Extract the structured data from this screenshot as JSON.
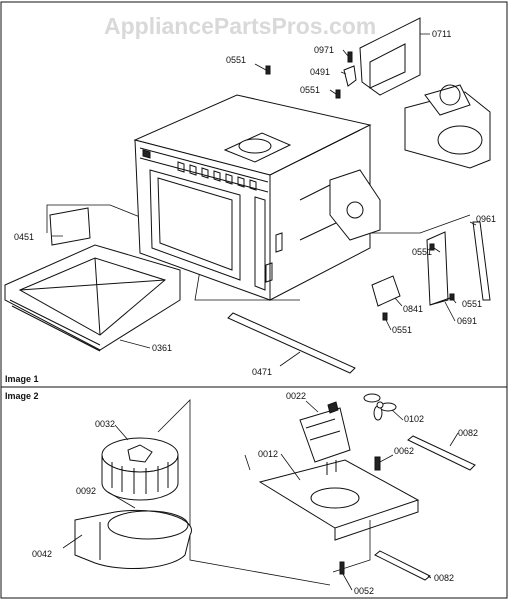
{
  "watermark": "AppliancePartsPros.com",
  "panels": [
    {
      "title": "Image 1"
    },
    {
      "title": "Image 2"
    }
  ],
  "image1_labels": {
    "p0711": "0711",
    "p0971": "0971",
    "p0491": "0491",
    "p0551_a": "0551",
    "p0551_b": "0551",
    "p0451": "0451",
    "p0961": "0961",
    "p0551_c": "0551",
    "p0841": "0841",
    "p0551_d": "0551",
    "p0551_e": "0551",
    "p0691": "0691",
    "p0361": "0361",
    "p0471": "0471"
  },
  "image2_labels": {
    "p0022": "0022",
    "p0102": "0102",
    "p0082_a": "0082",
    "p0032": "0032",
    "p0012": "0012",
    "p0062": "0062",
    "p0092": "0092",
    "p0042": "0042",
    "p0052": "0052",
    "p0082_b": "0082"
  }
}
